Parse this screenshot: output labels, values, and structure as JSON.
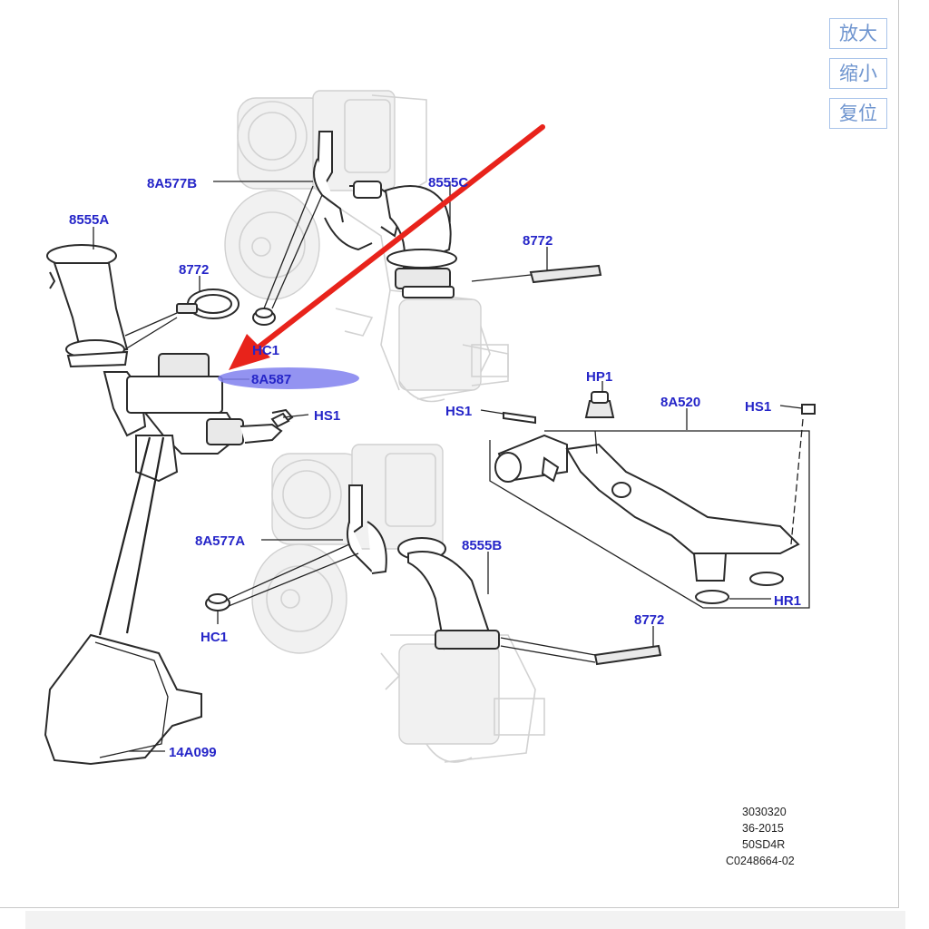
{
  "zoom": {
    "zoom_in": "放大",
    "zoom_out": "缩小",
    "reset": "复位"
  },
  "labels": {
    "l_8a577b": "8A577B",
    "l_8555c": "8555C",
    "l_8555a": "8555A",
    "l_8772_top": "8772",
    "l_8772_left": "8772",
    "l_hc1_top": "HC1",
    "l_8a587": "8A587",
    "l_hs1_left": "HS1",
    "l_hp1": "HP1",
    "l_8a520": "8A520",
    "l_hs1_mid": "HS1",
    "l_hs1_right": "HS1",
    "l_8a577a": "8A577A",
    "l_8555b": "8555B",
    "l_hc1_bottom": "HC1",
    "l_hr1": "HR1",
    "l_8772_bottom": "8772",
    "l_14a099": "14A099"
  },
  "reference": {
    "line1": "3030320",
    "line2": "36-2015",
    "line3": "50SD4R",
    "line4": "C0248664-02"
  },
  "colors": {
    "label_blue": "#2525c8",
    "arrow_red": "#e8231b",
    "highlight_ellipse": "#8080ee",
    "button_border": "#a9c4ea",
    "button_text": "#6f95cf"
  }
}
